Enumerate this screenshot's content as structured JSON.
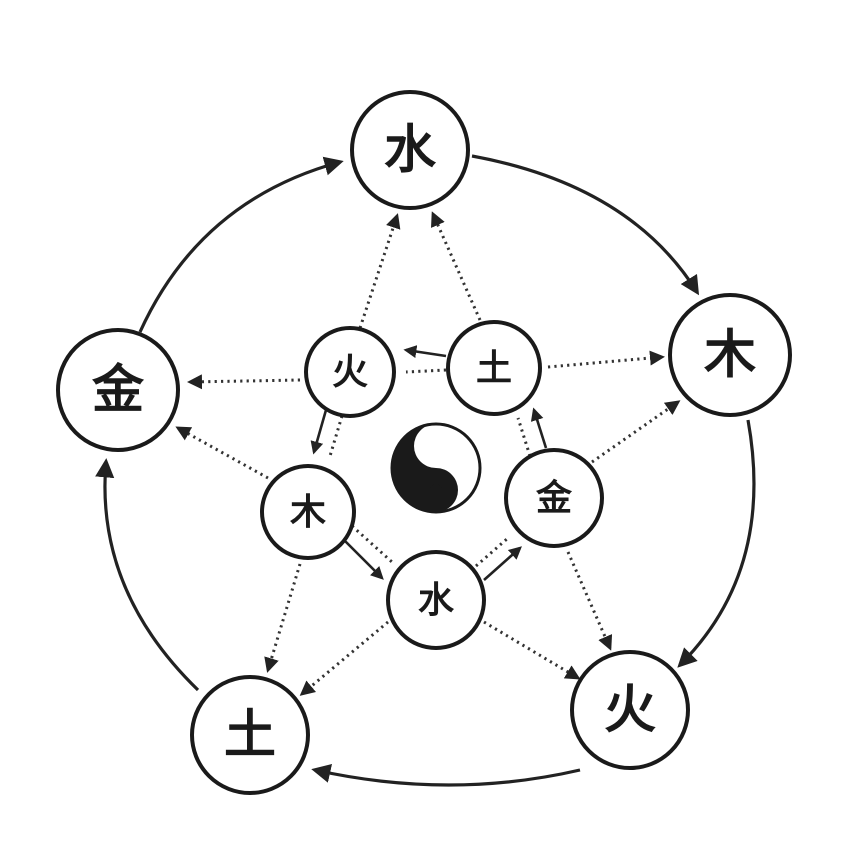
{
  "outer_nodes": {
    "water": "水",
    "wood": "木",
    "fire": "火",
    "earth": "土",
    "metal": "金"
  },
  "inner_nodes": {
    "fire": "火",
    "earth": "土",
    "wood": "木",
    "metal": "金",
    "water": "水"
  },
  "colors": {
    "ink": "#1a1a1a",
    "background": "#ffffff"
  },
  "icons": {
    "center": "yin-yang-icon"
  }
}
